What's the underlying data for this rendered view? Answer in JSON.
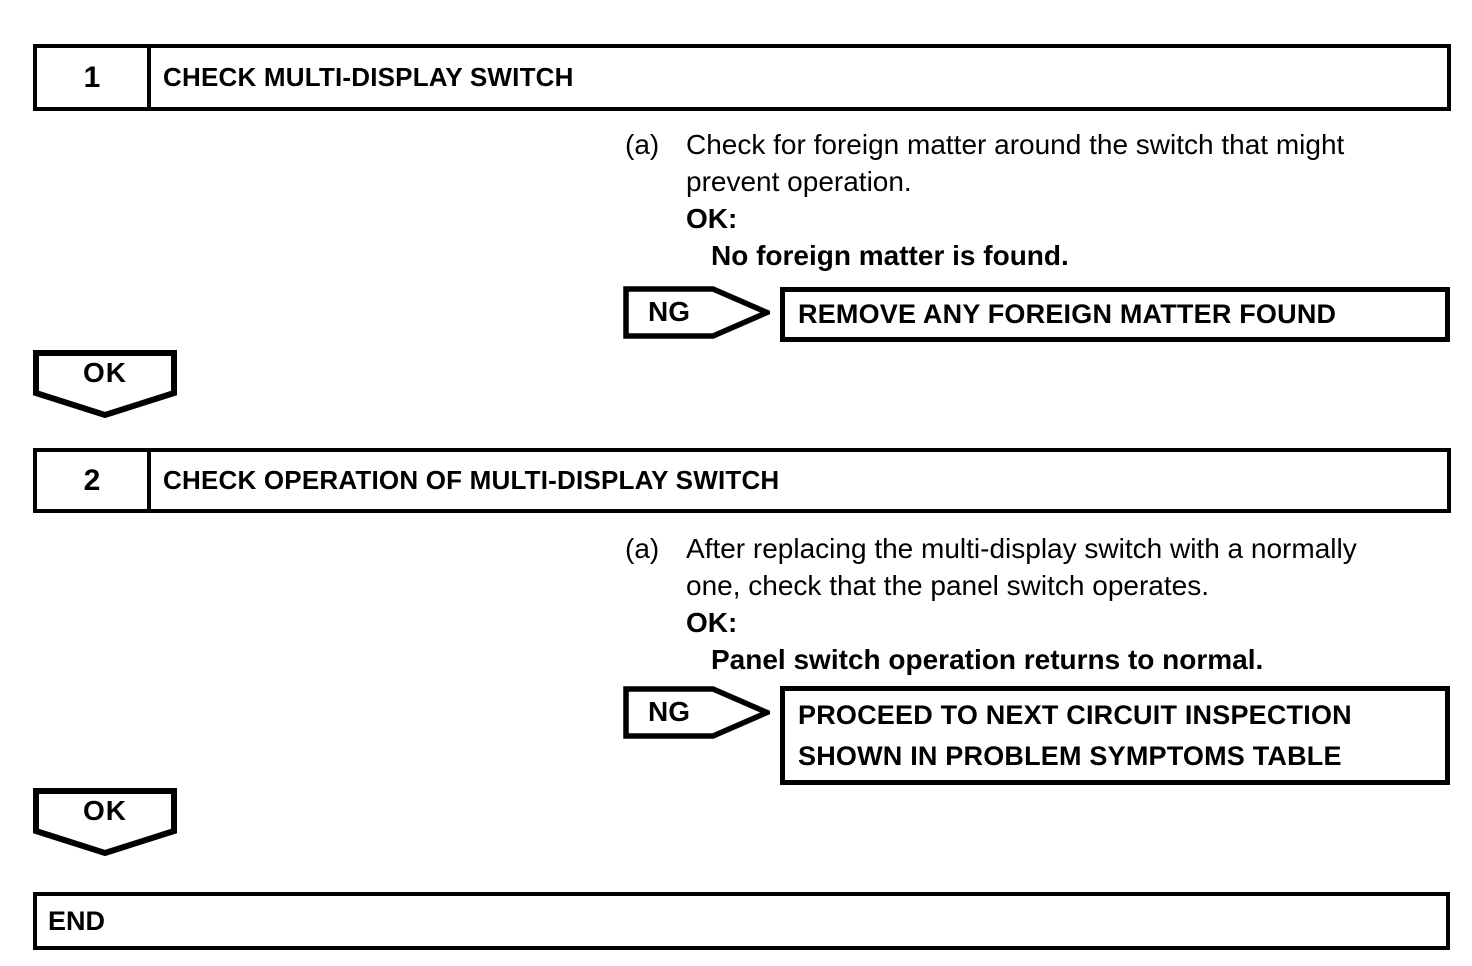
{
  "colors": {
    "ink": "#000000",
    "background": "#ffffff"
  },
  "steps": [
    {
      "number": "1",
      "title": "CHECK MULTI-DISPLAY SWITCH",
      "substep_label": "(a)",
      "instruction_lines": [
        "Check for foreign matter around the switch that might",
        "prevent operation."
      ],
      "ok_label": "OK:",
      "ok_criteria": "No foreign matter is found.",
      "ng_label": "NG",
      "ng_action_lines": [
        "REMOVE ANY FOREIGN MATTER FOUND"
      ],
      "ok_connector_label": "OK"
    },
    {
      "number": "2",
      "title": "CHECK OPERATION OF MULTI-DISPLAY SWITCH",
      "substep_label": "(a)",
      "instruction_lines": [
        "After replacing the multi-display switch with a normally",
        "one, check that the panel switch operates."
      ],
      "ok_label": "OK:",
      "ok_criteria": "Panel switch operation returns to normal.",
      "ng_label": "NG",
      "ng_action_lines": [
        "PROCEED TO NEXT CIRCUIT INSPECTION",
        "SHOWN IN PROBLEM SYMPTOMS TABLE"
      ],
      "ok_connector_label": "OK"
    }
  ],
  "end_label": "END"
}
